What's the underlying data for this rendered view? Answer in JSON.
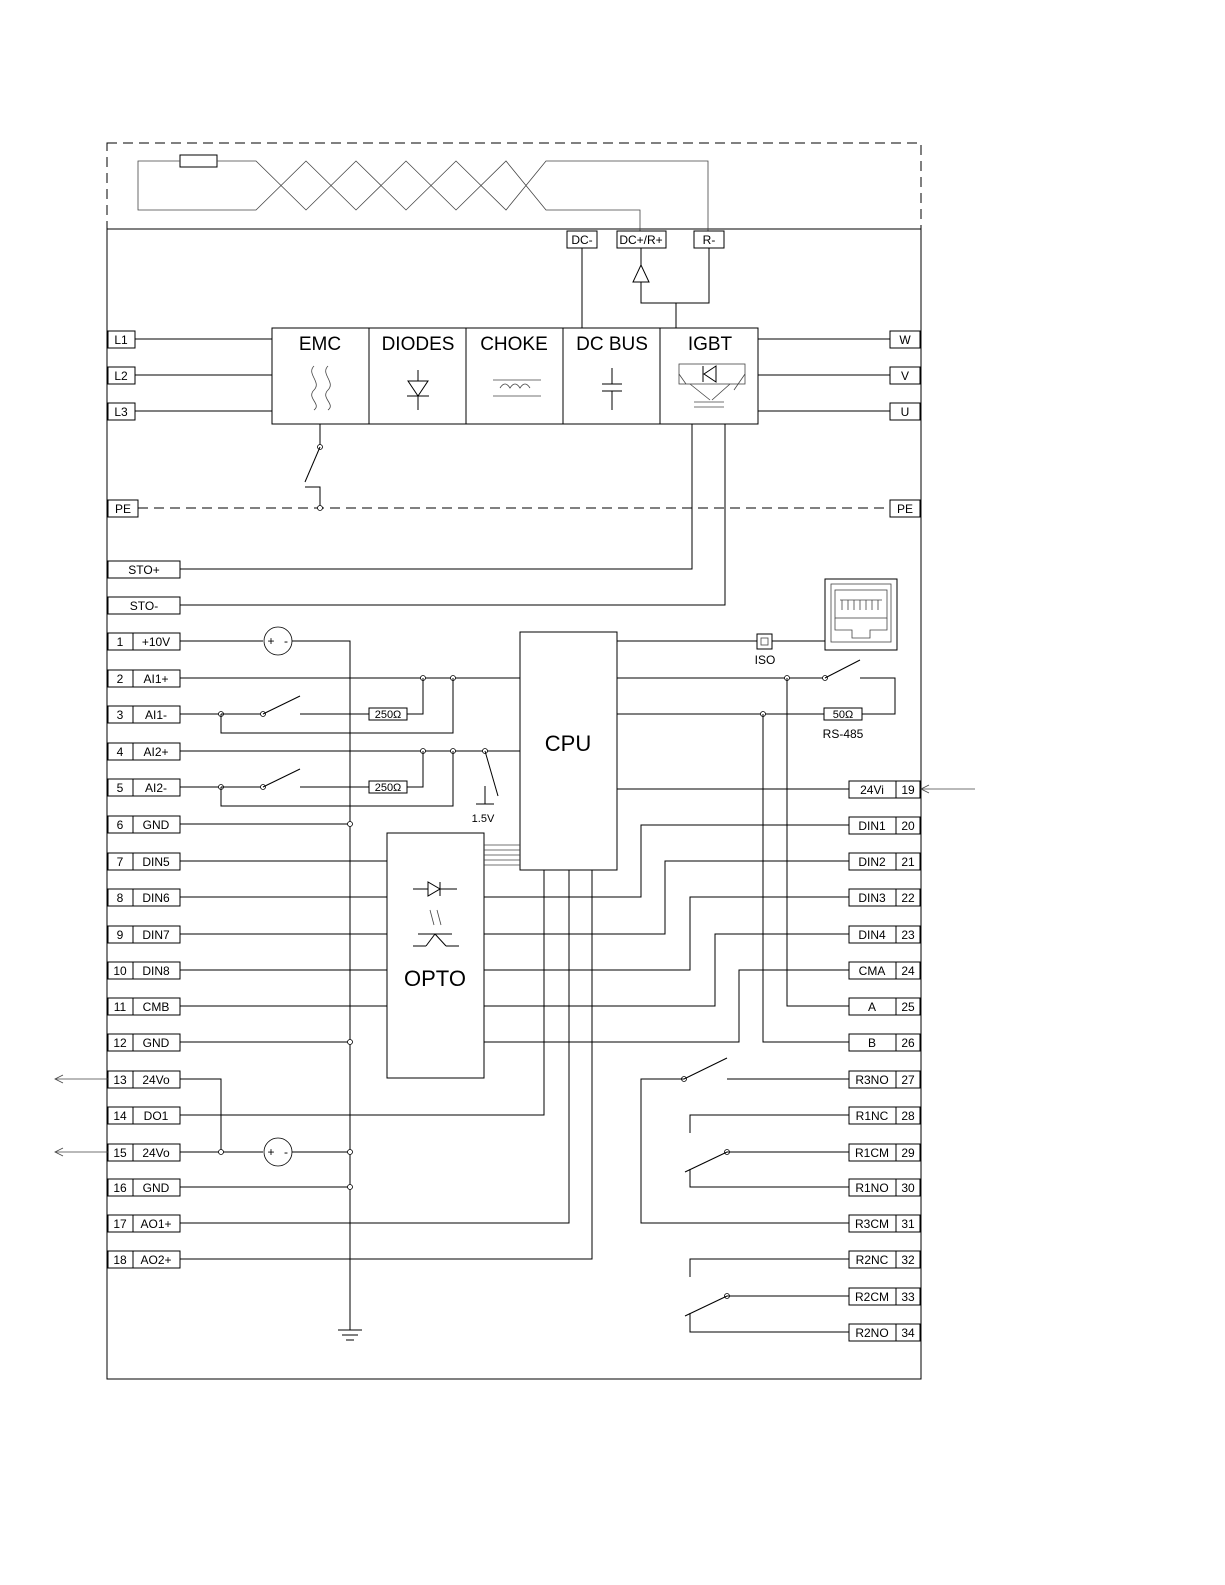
{
  "top_terminals": {
    "dc_minus": "DC-",
    "dc_plus_r_plus": "DC+/R+",
    "r_minus": "R-"
  },
  "power_left": [
    "L1",
    "L2",
    "L3"
  ],
  "power_right": [
    "W",
    "V",
    "U"
  ],
  "pe": {
    "left": "PE",
    "right": "PE"
  },
  "sto": {
    "plus": "STO+",
    "minus": "STO-"
  },
  "stages": [
    "EMC",
    "DIODES",
    "CHOKE",
    "DC BUS",
    "IGBT"
  ],
  "blocks": {
    "cpu": "CPU",
    "opto": "OPTO"
  },
  "components": {
    "res_ai1": "250Ω",
    "res_ai2": "250Ω",
    "ref_voltage": "1.5V",
    "iso": "ISO",
    "res_485": "50Ω",
    "rs485": "RS-485",
    "src_plus": "+",
    "src_minus": "-"
  },
  "left_terminals": [
    {
      "num": "1",
      "label": "+10V"
    },
    {
      "num": "2",
      "label": "AI1+"
    },
    {
      "num": "3",
      "label": "AI1-"
    },
    {
      "num": "4",
      "label": "AI2+"
    },
    {
      "num": "5",
      "label": "AI2-"
    },
    {
      "num": "6",
      "label": "GND"
    },
    {
      "num": "7",
      "label": "DIN5"
    },
    {
      "num": "8",
      "label": "DIN6"
    },
    {
      "num": "9",
      "label": "DIN7"
    },
    {
      "num": "10",
      "label": "DIN8"
    },
    {
      "num": "11",
      "label": "CMB"
    },
    {
      "num": "12",
      "label": "GND"
    },
    {
      "num": "13",
      "label": "24Vo"
    },
    {
      "num": "14",
      "label": "DO1"
    },
    {
      "num": "15",
      "label": "24Vo"
    },
    {
      "num": "16",
      "label": "GND"
    },
    {
      "num": "17",
      "label": "AO1+"
    },
    {
      "num": "18",
      "label": "AO2+"
    }
  ],
  "right_terminals": [
    {
      "num": "19",
      "label": "24Vi"
    },
    {
      "num": "20",
      "label": "DIN1"
    },
    {
      "num": "21",
      "label": "DIN2"
    },
    {
      "num": "22",
      "label": "DIN3"
    },
    {
      "num": "23",
      "label": "DIN4"
    },
    {
      "num": "24",
      "label": "CMA"
    },
    {
      "num": "25",
      "label": "A"
    },
    {
      "num": "26",
      "label": "B"
    },
    {
      "num": "27",
      "label": "R3NO"
    },
    {
      "num": "28",
      "label": "R1NC"
    },
    {
      "num": "29",
      "label": "R1CM"
    },
    {
      "num": "30",
      "label": "R1NO"
    },
    {
      "num": "31",
      "label": "R3CM"
    },
    {
      "num": "32",
      "label": "R2NC"
    },
    {
      "num": "33",
      "label": "R2CM"
    },
    {
      "num": "34",
      "label": "R2NO"
    }
  ]
}
